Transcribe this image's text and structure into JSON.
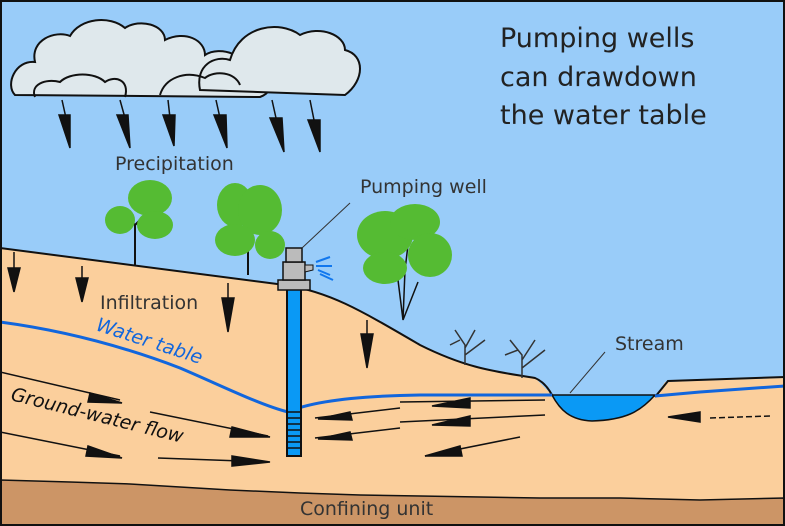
{
  "title_lines": [
    "Pumping wells",
    "can drawdown",
    "the water table"
  ],
  "labels": {
    "precipitation": "Precipitation",
    "pumping_well": "Pumping well",
    "infiltration": "Infiltration",
    "water_table": "Water table",
    "groundwater_flow": "Ground-water flow",
    "stream": "Stream",
    "confining_unit": "Confining unit"
  },
  "colors": {
    "sky": "#99ccf9",
    "soil": "#fbcf9c",
    "confining": "#cc9566",
    "water": "#0a99f5",
    "water_table_line": "#1166dd",
    "tree": "#55bb33",
    "cloud": "#dfe8ec",
    "well_head": "#bbbbbb"
  }
}
